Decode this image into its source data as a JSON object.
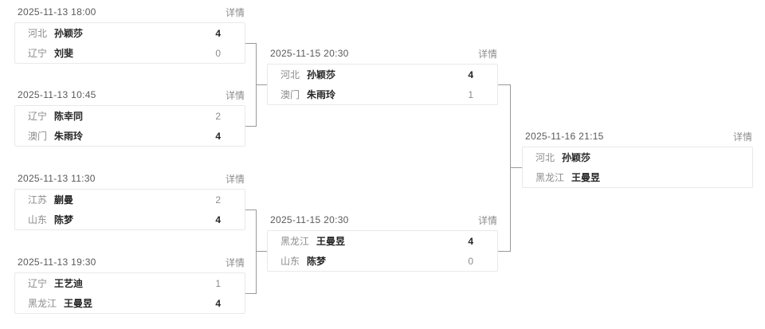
{
  "labels": {
    "detail": "详情"
  },
  "colors": {
    "line": "#999999",
    "border": "#e9e9e9",
    "text_primary": "#262626",
    "text_secondary": "#8c8c8c",
    "text_date": "#595959"
  },
  "bracket": {
    "rounds": [
      {
        "name": "quarterfinals",
        "match_indices": [
          0,
          1,
          2,
          3
        ]
      },
      {
        "name": "semifinals",
        "match_indices": [
          4,
          5
        ]
      },
      {
        "name": "final",
        "match_indices": [
          6
        ]
      }
    ]
  },
  "matches": [
    {
      "date": "2025-11-13 18:00",
      "players": [
        {
          "region": "河北",
          "name": "孙颖莎",
          "score": "4",
          "winner": true
        },
        {
          "region": "辽宁",
          "name": "刘斐",
          "score": "0",
          "winner": false
        }
      ]
    },
    {
      "date": "2025-11-13 10:45",
      "players": [
        {
          "region": "辽宁",
          "name": "陈幸同",
          "score": "2",
          "winner": false
        },
        {
          "region": "澳门",
          "name": "朱雨玲",
          "score": "4",
          "winner": true
        }
      ]
    },
    {
      "date": "2025-11-13 11:30",
      "players": [
        {
          "region": "江苏",
          "name": "蒯曼",
          "score": "2",
          "winner": false
        },
        {
          "region": "山东",
          "name": "陈梦",
          "score": "4",
          "winner": true
        }
      ]
    },
    {
      "date": "2025-11-13 19:30",
      "players": [
        {
          "region": "辽宁",
          "name": "王艺迪",
          "score": "1",
          "winner": false
        },
        {
          "region": "黑龙江",
          "name": "王曼昱",
          "score": "4",
          "winner": true
        }
      ]
    },
    {
      "date": "2025-11-15 20:30",
      "players": [
        {
          "region": "河北",
          "name": "孙颖莎",
          "score": "4",
          "winner": true
        },
        {
          "region": "澳门",
          "name": "朱雨玲",
          "score": "1",
          "winner": false
        }
      ]
    },
    {
      "date": "2025-11-15 20:30",
      "players": [
        {
          "region": "黑龙江",
          "name": "王曼昱",
          "score": "4",
          "winner": true
        },
        {
          "region": "山东",
          "name": "陈梦",
          "score": "0",
          "winner": false
        }
      ]
    },
    {
      "date": "2025-11-16 21:15",
      "players": [
        {
          "region": "河北",
          "name": "孙颖莎",
          "score": "",
          "winner": false
        },
        {
          "region": "黑龙江",
          "name": "王曼昱",
          "score": "",
          "winner": false
        }
      ]
    }
  ]
}
